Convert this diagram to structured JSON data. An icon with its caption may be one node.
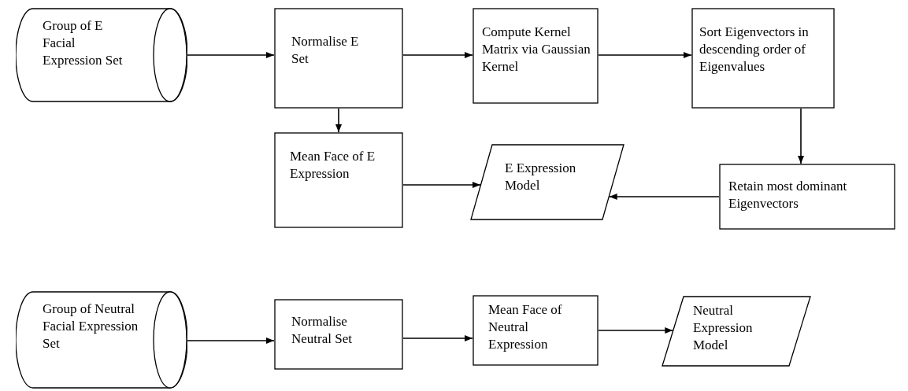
{
  "diagram": {
    "nodes": [
      {
        "text": [
          "Group of E Facial Expression Set"
        ]
      },
      {
        "text": [
          "Normalise E Set"
        ]
      },
      {
        "text": [
          "Compute Kernel Matrix via Gaussian Kernel"
        ]
      },
      {
        "text": [
          "Sort Eigenvectors in descending order of Eigenvalues"
        ]
      },
      {
        "text": [
          "Mean Face of  E Expression"
        ]
      },
      {
        "text": [
          "E Expression Model"
        ]
      },
      {
        "text": [
          "Retain most dominant Eigenvectors"
        ]
      },
      {
        "text": [
          "Group of Neutral Facial Expression Set"
        ]
      },
      {
        "text": [
          "Normalise Neutral Set"
        ]
      },
      {
        "text": [
          "Mean Face of Neutral Expression"
        ]
      },
      {
        "text": [
          "Neutral Expression Model"
        ]
      }
    ],
    "edges": [
      {
        "from": 0,
        "to": 1,
        "arrow": "to"
      },
      {
        "from": 1,
        "to": 2,
        "arrow": "to"
      },
      {
        "from": 2,
        "to": 3,
        "arrow": "to"
      },
      {
        "from": 1,
        "to": 4,
        "arrow": "to"
      },
      {
        "from": 3,
        "to": 6,
        "arrow": "to"
      },
      {
        "from": 6,
        "to": 5,
        "arrow": "to"
      },
      {
        "from": 4,
        "to": 5,
        "arrow": "to"
      },
      {
        "from": 7,
        "to": 8,
        "arrow": "to"
      },
      {
        "from": 8,
        "to": 9,
        "arrow": "to"
      },
      {
        "from": 9,
        "to": 10,
        "arrow": "to"
      }
    ]
  }
}
